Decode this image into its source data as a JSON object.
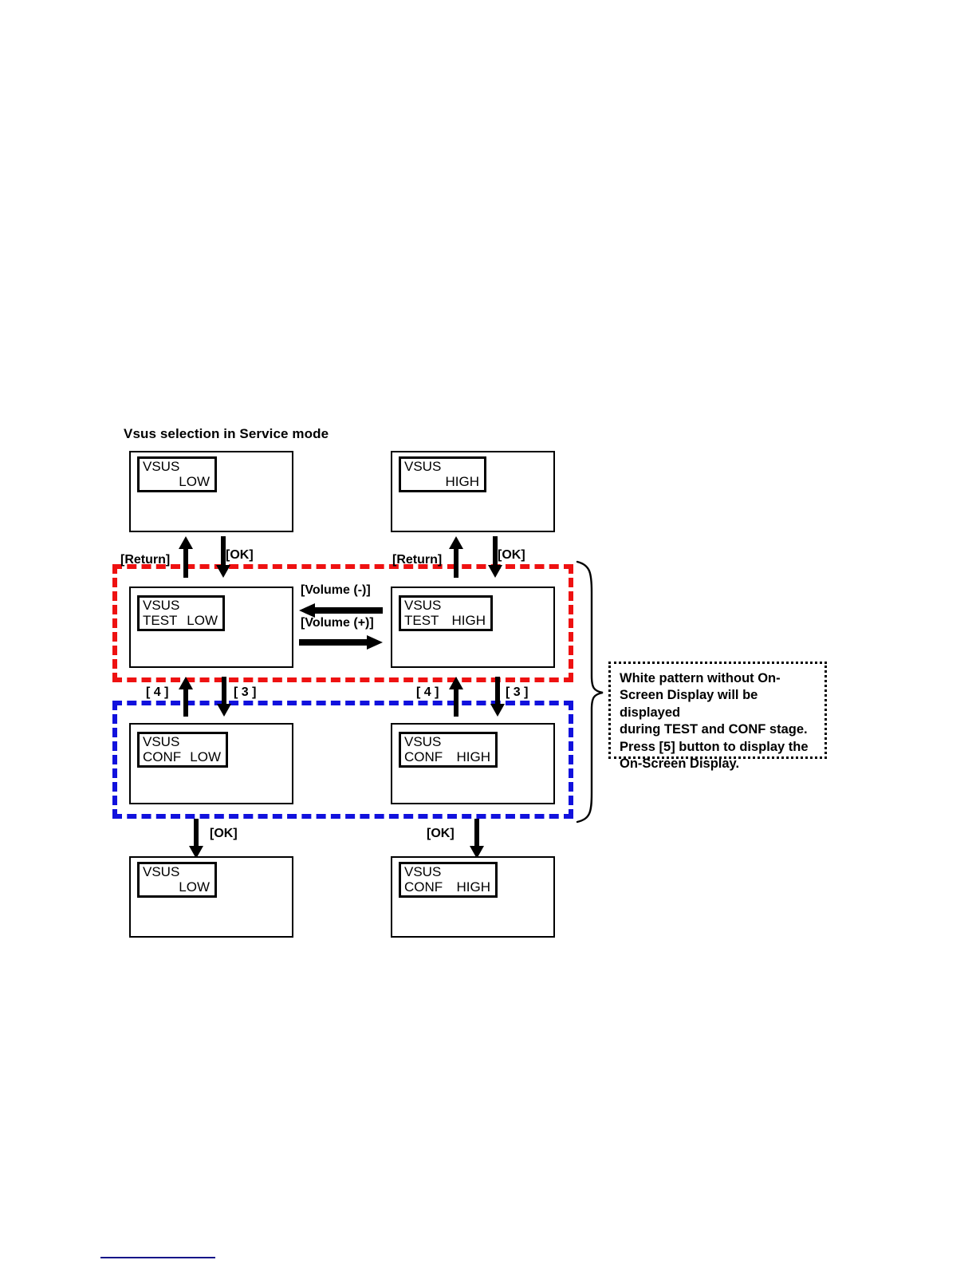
{
  "diagram": {
    "title": "Vsus selection in Service mode",
    "type": "state-flow-diagram",
    "colors": {
      "group_test": "#ee1111",
      "group_conf": "#1111dd",
      "arrow": "#000000",
      "footer_rule": "#111188"
    }
  },
  "screens": [
    {
      "id": "low-top",
      "row": 1,
      "column": "left",
      "osd_line1_left": "VSUS",
      "osd_line1_right": "",
      "osd_line2_left": "",
      "osd_line2_right": "LOW"
    },
    {
      "id": "high-top",
      "row": 1,
      "column": "right",
      "osd_line1_left": "VSUS",
      "osd_line1_right": "",
      "osd_line2_left": "",
      "osd_line2_right": "HIGH"
    },
    {
      "id": "test-low",
      "row": 2,
      "column": "left",
      "osd_line1_left": "VSUS",
      "osd_line1_right": "",
      "osd_line2_left": "TEST",
      "osd_line2_right": "LOW"
    },
    {
      "id": "test-high",
      "row": 2,
      "column": "right",
      "osd_line1_left": "VSUS",
      "osd_line1_right": "",
      "osd_line2_left": "TEST",
      "osd_line2_right": "HIGH"
    },
    {
      "id": "conf-low",
      "row": 3,
      "column": "left",
      "osd_line1_left": "VSUS",
      "osd_line1_right": "",
      "osd_line2_left": "CONF",
      "osd_line2_right": "LOW"
    },
    {
      "id": "conf-high",
      "row": 3,
      "column": "right",
      "osd_line1_left": "VSUS",
      "osd_line1_right": "",
      "osd_line2_left": "CONF",
      "osd_line2_right": "HIGH"
    },
    {
      "id": "low-bottom",
      "row": 4,
      "column": "left",
      "osd_line1_left": "VSUS",
      "osd_line1_right": "",
      "osd_line2_left": "",
      "osd_line2_right": "LOW"
    },
    {
      "id": "conf-high-bottom",
      "row": 4,
      "column": "right",
      "osd_line1_left": "VSUS",
      "osd_line1_right": "",
      "osd_line2_left": "CONF",
      "osd_line2_right": "HIGH"
    }
  ],
  "transitions": {
    "row1_to_row2_left": {
      "up_label": "[Return]",
      "down_label": "[OK]"
    },
    "row1_to_row2_right": {
      "up_label": "[Return]",
      "down_label": "[OK]"
    },
    "row2_to_row3_left": {
      "up_label": "[ 4 ]",
      "down_label": "[ 3 ]"
    },
    "row2_to_row3_right": {
      "up_label": "[ 4 ]",
      "down_label": "[ 3 ]"
    },
    "row3_to_row4_left": {
      "down_label": "[OK]"
    },
    "row3_to_row4_right": {
      "down_label": "[OK]"
    },
    "horizontal_top": {
      "label": "[Volume (-)]",
      "direction": "left"
    },
    "horizontal_bottom": {
      "label": "[Volume (+)]",
      "direction": "right"
    }
  },
  "note": {
    "lines": [
      "White pattern without On-",
      "Screen Display will be displayed",
      "during TEST and CONF stage.",
      "Press [5] button to display the",
      "On-Screen Display."
    ]
  }
}
